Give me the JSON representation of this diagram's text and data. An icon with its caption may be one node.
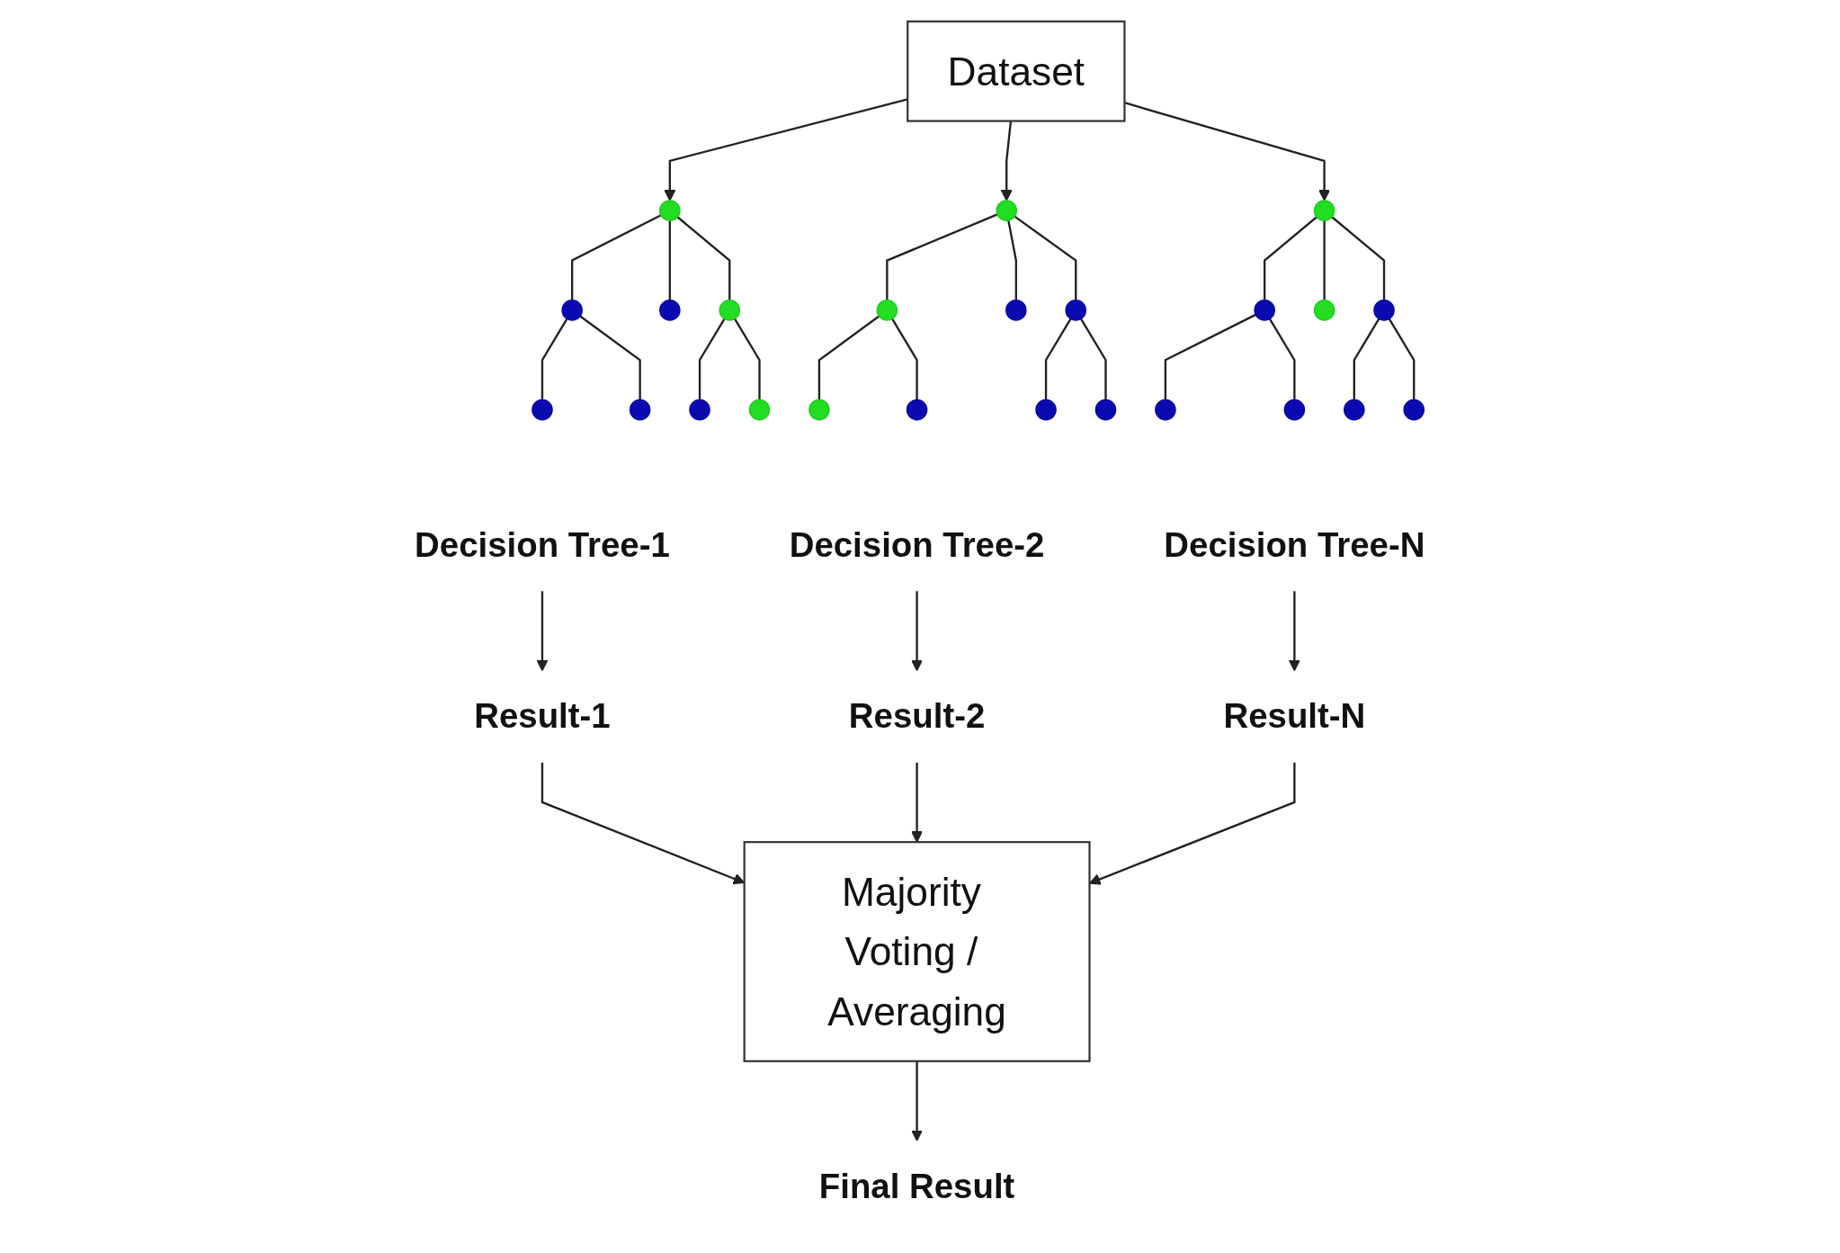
{
  "diagram": {
    "nodes": [
      {
        "text": [
          "Dataset"
        ]
      },
      {
        "text": [],
        "shape": "circle"
      },
      {
        "text": [],
        "shape": "circle"
      },
      {
        "text": [],
        "shape": "circle"
      },
      {
        "text": [],
        "shape": "circle"
      },
      {
        "text": [],
        "shape": "circle"
      },
      {
        "text": [],
        "shape": "circle"
      },
      {
        "text": [],
        "shape": "circle"
      },
      {
        "text": [],
        "shape": "circle"
      },
      {
        "text": [],
        "shape": "circle"
      },
      {
        "text": [],
        "shape": "circle"
      },
      {
        "text": [],
        "shape": "circle"
      },
      {
        "text": [],
        "shape": "circle"
      },
      {
        "text": [],
        "shape": "circle"
      },
      {
        "text": [],
        "shape": "circle"
      },
      {
        "text": [],
        "shape": "circle"
      },
      {
        "text": [],
        "shape": "circle"
      },
      {
        "text": [],
        "shape": "circle"
      },
      {
        "text": [],
        "shape": "circle"
      },
      {
        "text": [],
        "shape": "circle"
      },
      {
        "text": [],
        "shape": "circle"
      },
      {
        "text": [],
        "shape": "circle"
      },
      {
        "text": [],
        "shape": "circle"
      },
      {
        "text": [],
        "shape": "circle"
      },
      {
        "text": [],
        "shape": "circle"
      },
      {
        "text": [
          "Decision Tree-1"
        ]
      },
      {
        "text": [
          "Decision Tree-2"
        ]
      },
      {
        "text": [
          "Decision Tree-N"
        ]
      },
      {
        "text": [
          "Result-1"
        ]
      },
      {
        "text": [
          "Result-2"
        ]
      },
      {
        "text": [
          "Result-N"
        ]
      },
      {
        "text": [
          "Majority Voting / Averaging"
        ]
      },
      {
        "text": [
          "Final Result"
        ]
      }
    ],
    "edges": [
      {
        "from": 0,
        "to": 1,
        "arrow": "to"
      },
      {
        "from": 0,
        "to": 2,
        "arrow": "to"
      },
      {
        "from": 0,
        "to": 3,
        "arrow": "to"
      },
      {
        "from": 1,
        "to": 4,
        "arrow": "none"
      },
      {
        "from": 1,
        "to": 5,
        "arrow": "none"
      },
      {
        "from": 1,
        "to": 6,
        "arrow": "none"
      },
      {
        "from": 4,
        "to": 13,
        "arrow": "none"
      },
      {
        "from": 4,
        "to": 14,
        "arrow": "none"
      },
      {
        "from": 6,
        "to": 15,
        "arrow": "none"
      },
      {
        "from": 6,
        "to": 16,
        "arrow": "none"
      },
      {
        "from": 2,
        "to": 7,
        "arrow": "none"
      },
      {
        "from": 2,
        "to": 8,
        "arrow": "none"
      },
      {
        "from": 2,
        "to": 9,
        "arrow": "none"
      },
      {
        "from": 7,
        "to": 17,
        "arrow": "none"
      },
      {
        "from": 7,
        "to": 18,
        "arrow": "none"
      },
      {
        "from": 9,
        "to": 19,
        "arrow": "none"
      },
      {
        "from": 9,
        "to": 20,
        "arrow": "none"
      },
      {
        "from": 3,
        "to": 10,
        "arrow": "none"
      },
      {
        "from": 3,
        "to": 11,
        "arrow": "none"
      },
      {
        "from": 3,
        "to": 12,
        "arrow": "none"
      },
      {
        "from": 10,
        "to": 21,
        "arrow": "none"
      },
      {
        "from": 10,
        "to": 22,
        "arrow": "none"
      },
      {
        "from": 12,
        "to": 23,
        "arrow": "none"
      },
      {
        "from": 12,
        "to": 24,
        "arrow": "none"
      },
      {
        "from": 25,
        "to": 28,
        "arrow": "to"
      },
      {
        "from": 26,
        "to": 29,
        "arrow": "to"
      },
      {
        "from": 27,
        "to": 30,
        "arrow": "to"
      },
      {
        "from": 28,
        "to": 31,
        "arrow": "to"
      },
      {
        "from": 29,
        "to": 31,
        "arrow": "to"
      },
      {
        "from": 30,
        "to": 31,
        "arrow": "to"
      },
      {
        "from": 31,
        "to": 32,
        "arrow": "to"
      }
    ]
  }
}
